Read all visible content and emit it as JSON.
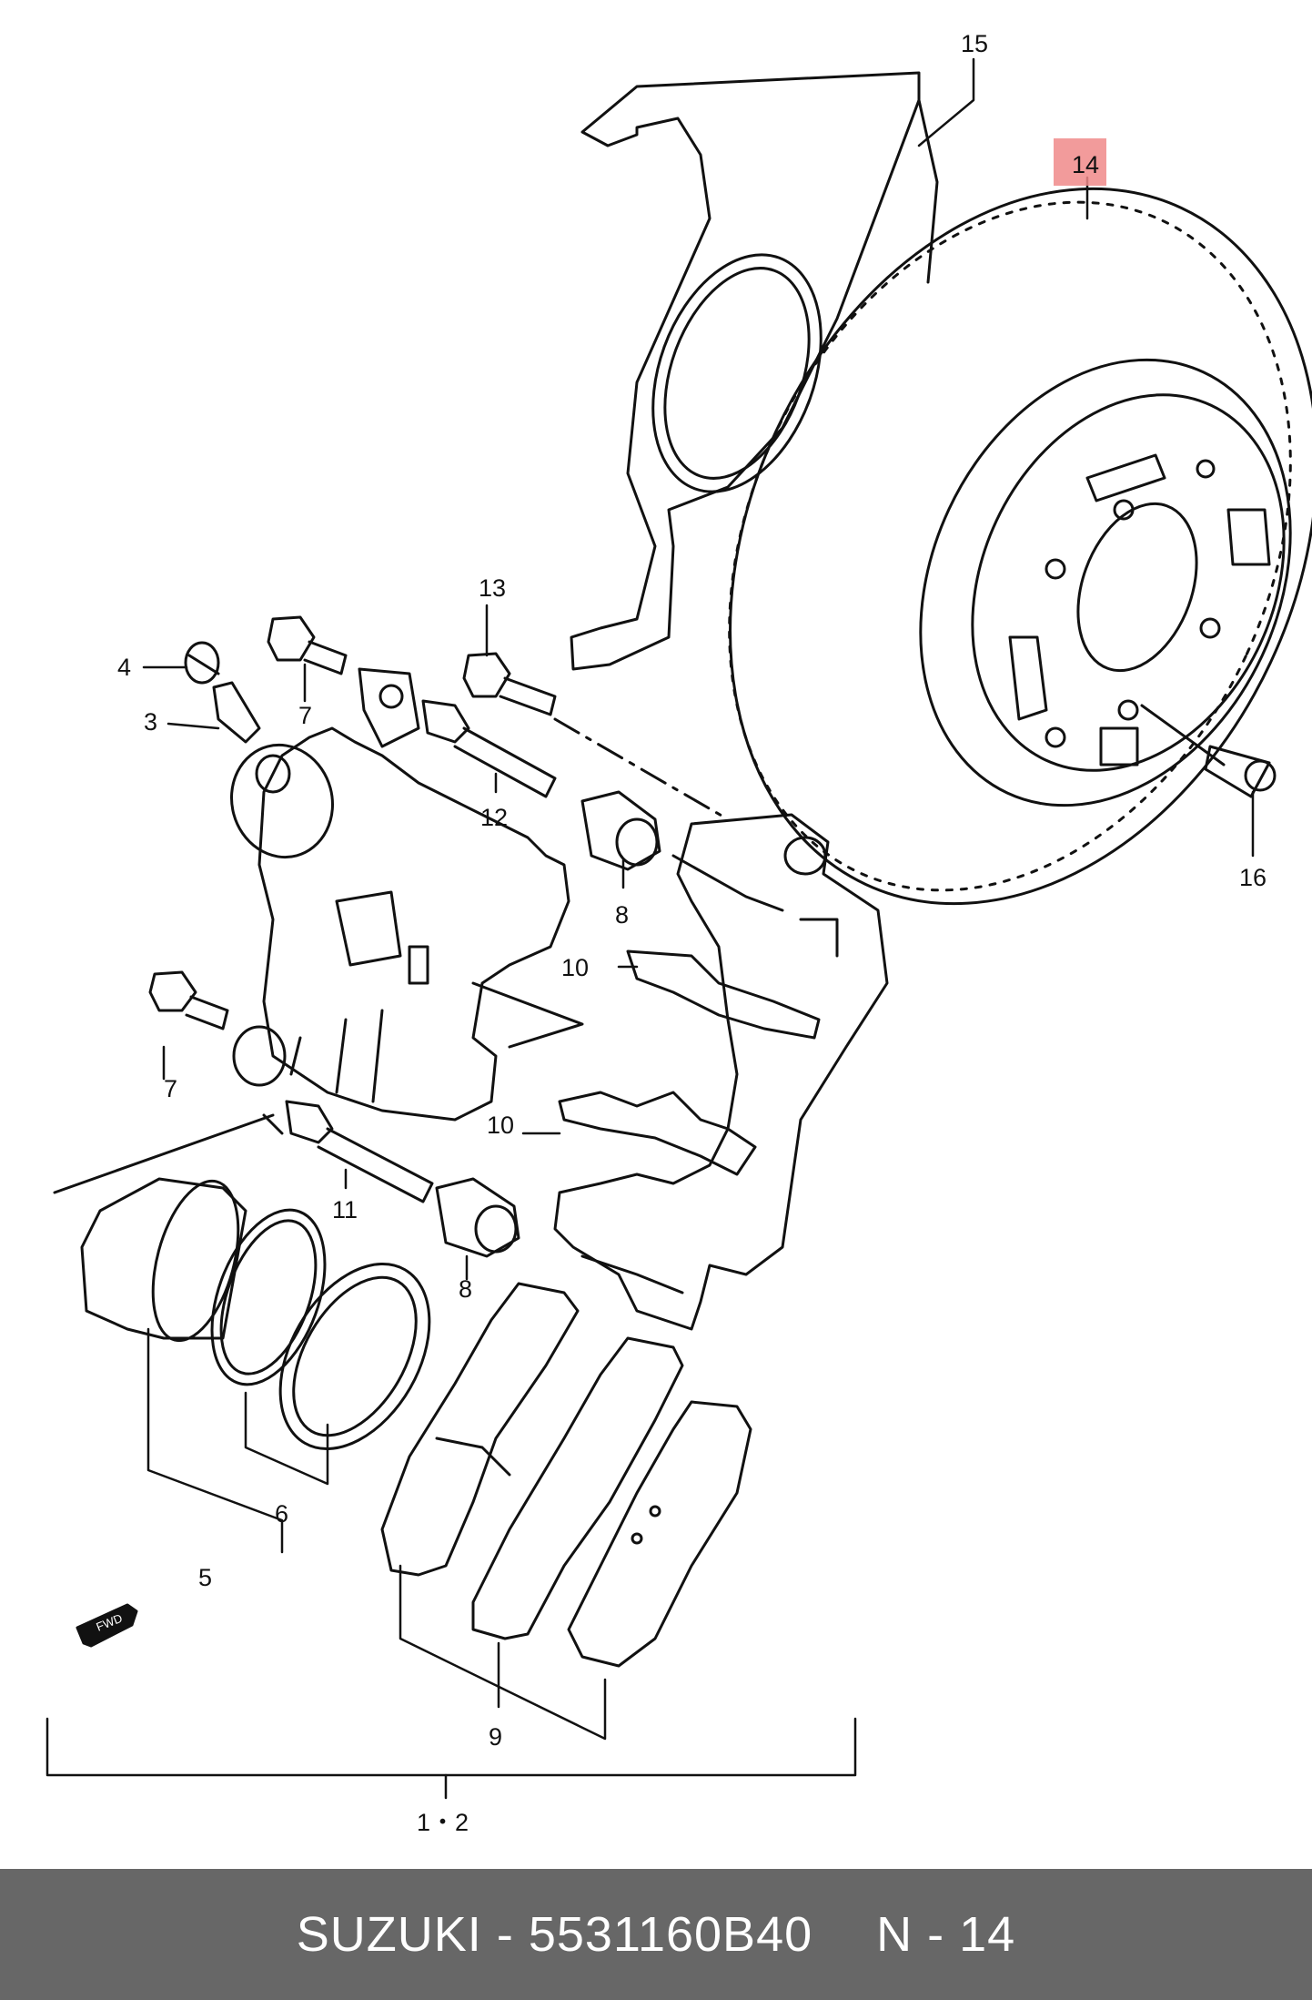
{
  "callouts": {
    "c1_2": "1・2",
    "c3": "3",
    "c4": "4",
    "c5": "5",
    "c6": "6",
    "c7a": "7",
    "c7b": "7",
    "c8a": "8",
    "c8b": "8",
    "c9": "9",
    "c10a": "10",
    "c10b": "10",
    "c11": "11",
    "c12": "12",
    "c13": "13",
    "c14": "14",
    "c15": "15",
    "c16": "16"
  },
  "fwd_label": "FWD",
  "highlight_color": "#f08a8a",
  "footer": {
    "brand": "SUZUKI",
    "separator": "-",
    "part_number": "5531160B40",
    "ref": "N - 14"
  }
}
